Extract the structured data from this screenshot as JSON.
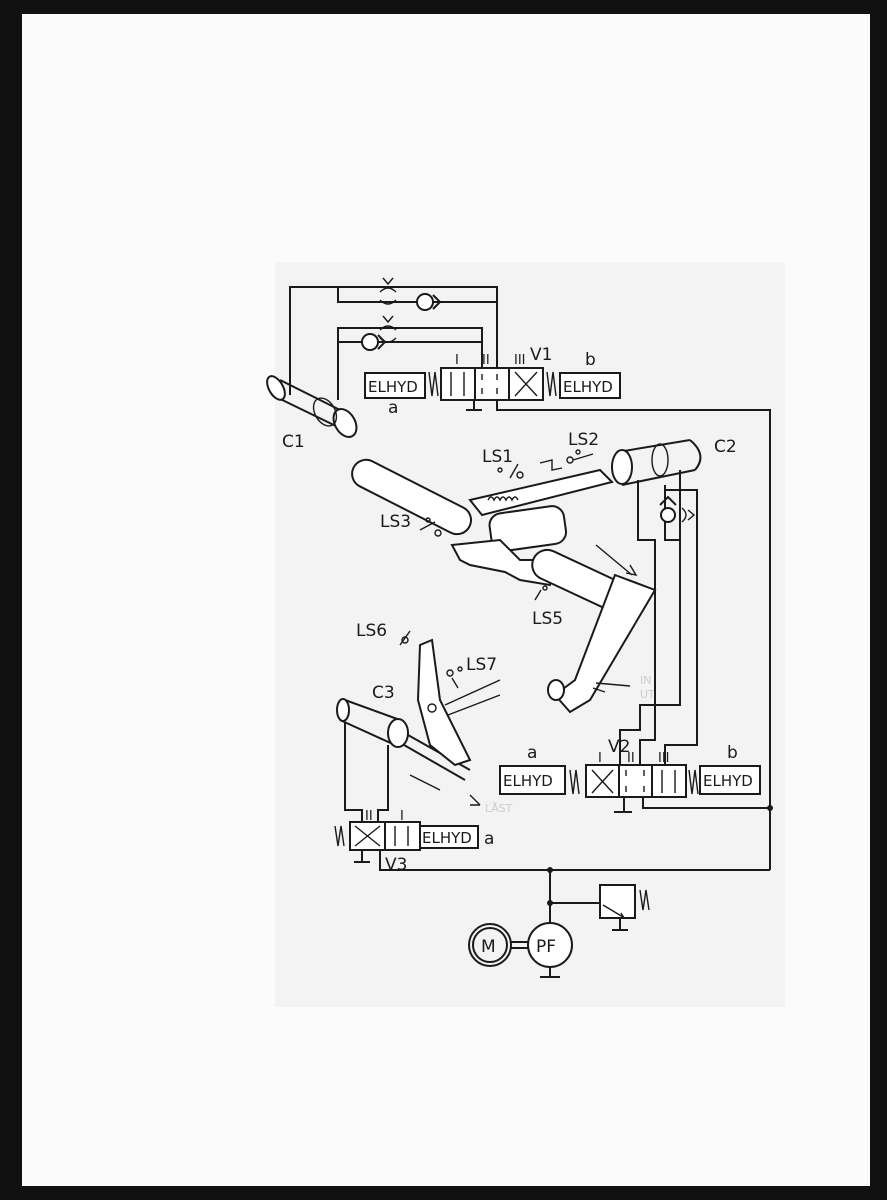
{
  "cylinders": {
    "c1": "C1",
    "c2": "C2",
    "c3": "C3"
  },
  "limit_switches": {
    "ls1": "LS1",
    "ls2": "LS2",
    "ls3": "LS3",
    "ls5": "LS5",
    "ls6": "LS6",
    "ls7": "LS7"
  },
  "valves": {
    "v1": {
      "label": "V1",
      "left_solenoid": "ELHYD",
      "left_tag": "a",
      "right_solenoid": "ELHYD",
      "right_tag": "b",
      "positions": [
        "I",
        "II",
        "III"
      ]
    },
    "v2": {
      "label": "V2",
      "left_solenoid": "ELHYD",
      "left_tag": "a",
      "right_solenoid": "ELHYD",
      "right_tag": "b",
      "positions": [
        "I",
        "II",
        "III"
      ]
    },
    "v3": {
      "label": "V3",
      "solenoid": "ELHYD",
      "tag": "a",
      "positions": [
        "II",
        "I"
      ]
    }
  },
  "motor": "M",
  "pump": "PF",
  "faint_annotations": {
    "in": "IN",
    "ut": "UT",
    "last": "LÅST"
  }
}
